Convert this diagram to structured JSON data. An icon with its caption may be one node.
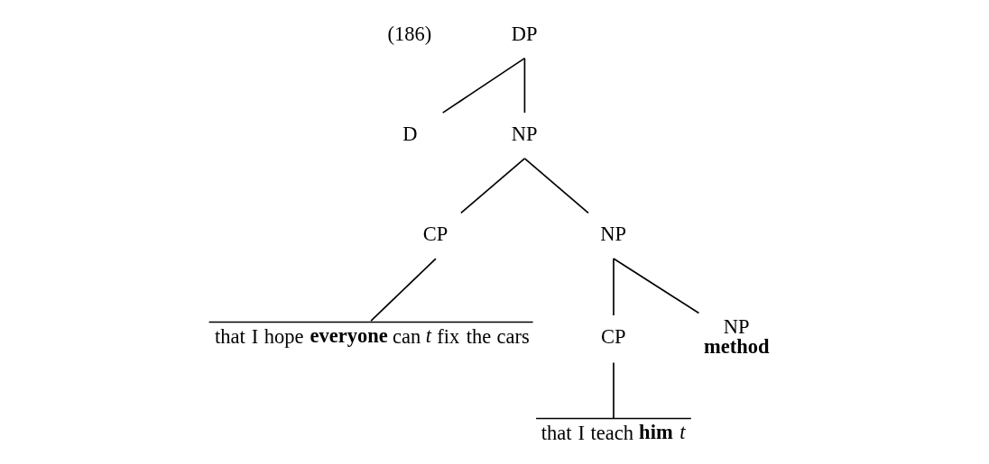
{
  "diagram": {
    "nodes": [
      {
        "text": [
          "DP"
        ]
      },
      {
        "text": [
          "D"
        ]
      },
      {
        "text": [
          "NP"
        ]
      },
      {
        "text": [
          "CP"
        ]
      },
      {
        "text": [
          "NP"
        ]
      },
      {
        "text": [
          "that I hope **everyone** can *t* fix the cars"
        ]
      },
      {
        "text": [
          "CP"
        ]
      },
      {
        "text": [
          "NP",
          "method"
        ]
      },
      {
        "text": [
          "that I teach **him** *t*"
        ]
      }
    ],
    "edges": [
      {
        "from": 0,
        "to": 1,
        "arrow": "none"
      },
      {
        "from": 0,
        "to": 2,
        "arrow": "none"
      },
      {
        "from": 2,
        "to": 3,
        "arrow": "none"
      },
      {
        "from": 2,
        "to": 4,
        "arrow": "none"
      },
      {
        "from": 3,
        "to": 5,
        "arrow": "none"
      },
      {
        "from": 4,
        "to": 6,
        "arrow": "none"
      },
      {
        "from": 4,
        "to": 7,
        "arrow": "none"
      },
      {
        "from": 6,
        "to": 8,
        "arrow": "none"
      }
    ],
    "labels": [
      "(186)"
    ]
  }
}
